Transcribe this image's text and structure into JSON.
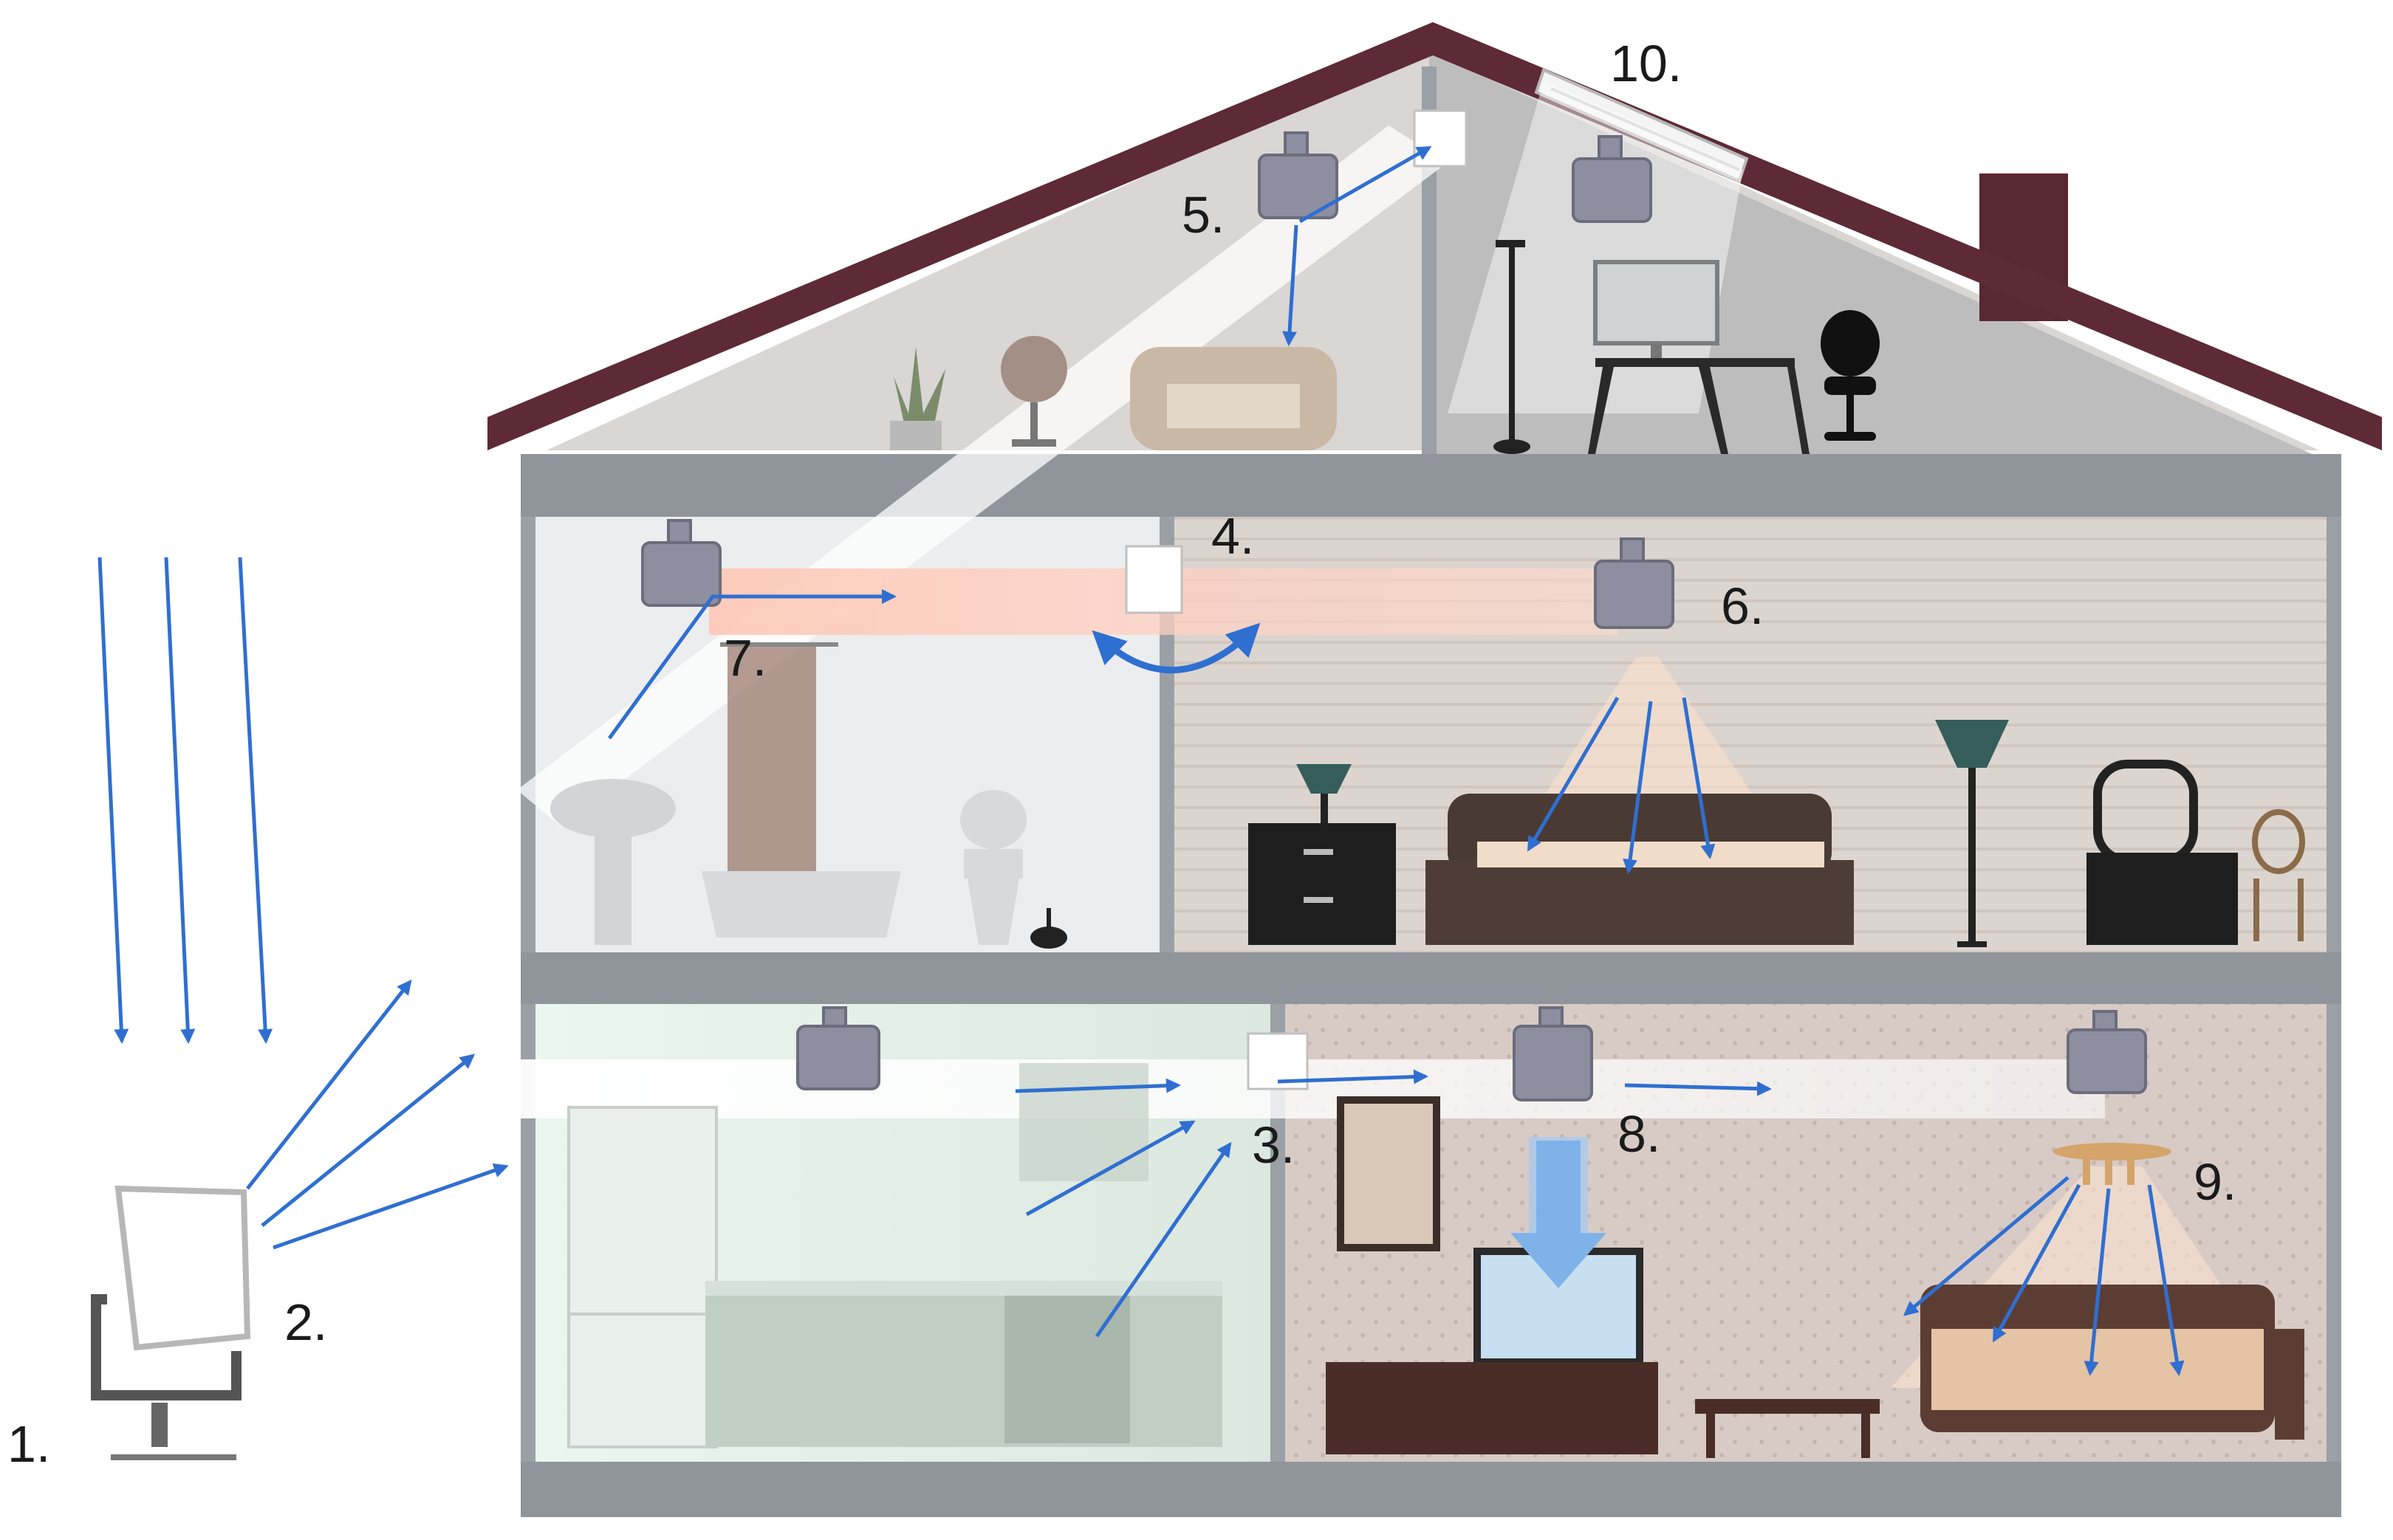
{
  "labels": {
    "l1": "1.",
    "l2": "2.",
    "l3": "3.",
    "l4": "4.",
    "l5": "5.",
    "l6": "6.",
    "l7": "7.",
    "l8": "8.",
    "l9": "9.",
    "l10": "10."
  },
  "colors": {
    "arrow": "#2f6fd1",
    "roof": "#5e2a35",
    "wall": "#8e9499",
    "chimney": "#5a2832"
  }
}
